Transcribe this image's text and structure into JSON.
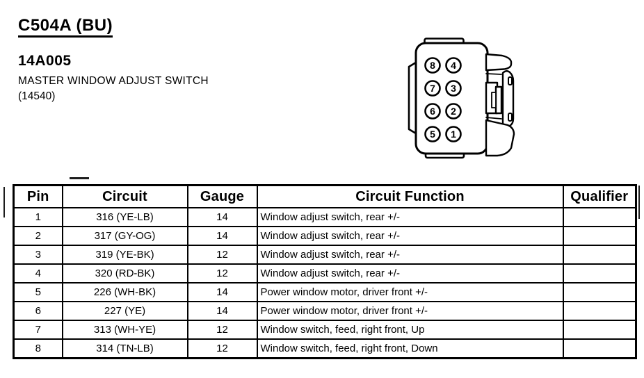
{
  "header": {
    "connector_id": "C504A (BU)",
    "part_number": "14A005",
    "component_name": "MASTER WINDOW ADJUST SWITCH",
    "component_code": "(14540)"
  },
  "connector": {
    "description": "8-cavity connector face view, pins numbered in circles",
    "pins": [
      "8",
      "4",
      "7",
      "3",
      "6",
      "2",
      "5",
      "1"
    ]
  },
  "table": {
    "headers": {
      "pin": "Pin",
      "circuit": "Circuit",
      "gauge": "Gauge",
      "function": "Circuit Function",
      "qualifier": "Qualifier"
    },
    "rows": [
      {
        "pin": "1",
        "circuit": "316 (YE-LB)",
        "gauge": "14",
        "function": "Window adjust switch, rear +/-",
        "qualifier": ""
      },
      {
        "pin": "2",
        "circuit": "317 (GY-OG)",
        "gauge": "14",
        "function": "Window adjust switch, rear +/-",
        "qualifier": ""
      },
      {
        "pin": "3",
        "circuit": "319 (YE-BK)",
        "gauge": "12",
        "function": "Window adjust switch, rear +/-",
        "qualifier": ""
      },
      {
        "pin": "4",
        "circuit": "320 (RD-BK)",
        "gauge": "12",
        "function": "Window adjust switch, rear +/-",
        "qualifier": ""
      },
      {
        "pin": "5",
        "circuit": "226 (WH-BK)",
        "gauge": "14",
        "function": "Power window motor, driver front +/-",
        "qualifier": ""
      },
      {
        "pin": "6",
        "circuit": "227 (YE)",
        "gauge": "14",
        "function": "Power window motor, driver front +/-",
        "qualifier": ""
      },
      {
        "pin": "7",
        "circuit": "313 (WH-YE)",
        "gauge": "12",
        "function": "Window switch, feed, right front, Up",
        "qualifier": ""
      },
      {
        "pin": "8",
        "circuit": "314 (TN-LB)",
        "gauge": "12",
        "function": "Window switch, feed, right front, Down",
        "qualifier": ""
      }
    ]
  },
  "colors": {
    "ink": "#000000",
    "paper": "#ffffff"
  }
}
